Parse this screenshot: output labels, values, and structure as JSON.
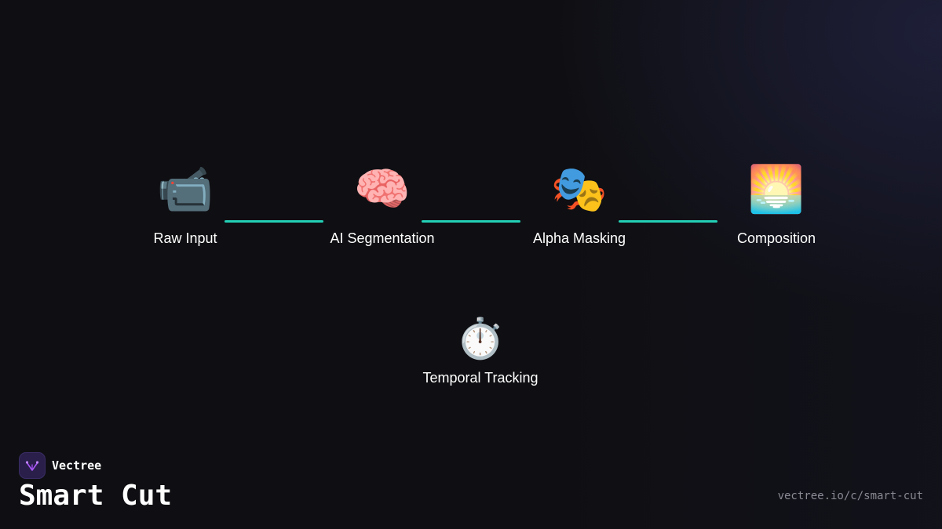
{
  "pipeline": {
    "stages": [
      {
        "icon": "video-camera-icon",
        "glyph": "📹",
        "label": "Raw Input"
      },
      {
        "icon": "brain-icon",
        "glyph": "🧠",
        "label": "AI Segmentation"
      },
      {
        "icon": "theater-masks-icon",
        "glyph": "🎭",
        "label": "Alpha Masking"
      },
      {
        "icon": "sunrise-icon",
        "glyph": "🌅",
        "label": "Composition"
      }
    ],
    "extra_stage": {
      "icon": "stopwatch-icon",
      "glyph": "⏱️",
      "label": "Temporal Tracking"
    },
    "connector_color": "#23d0b6"
  },
  "brand": {
    "name": "Vectree",
    "logo_icon": "vectree-logo-icon",
    "logo_color": "#a855f7"
  },
  "footer": {
    "title": "Smart Cut",
    "url": "vectree.io/c/smart-cut"
  }
}
